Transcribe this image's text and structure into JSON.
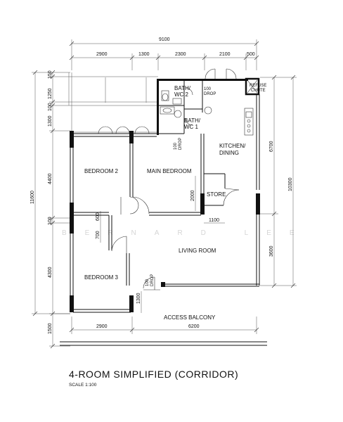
{
  "dimensions": {
    "top_total": "9100",
    "top_segments": [
      "2900",
      "1300",
      "2300",
      "2100",
      "500"
    ],
    "left_total": "11600",
    "left_segments": [
      "150",
      "1250",
      "100",
      "1300",
      "4400",
      "100",
      "4300",
      "1500"
    ],
    "right_segments": [
      "6700",
      "3600"
    ],
    "right_total": "10300",
    "bottom_segments": [
      "2900",
      "6200"
    ],
    "interior": {
      "store_width": "1100",
      "store_height": "2000",
      "wc_600": "600",
      "wc_700": "700",
      "balcony_1300": "1300"
    }
  },
  "rooms": {
    "bedroom2": "BEDROOM 2",
    "main_bedroom": "MAIN BEDROOM",
    "kitchen_line1": "KITCHEN/",
    "kitchen_line2": "DINING",
    "store": "STORE",
    "living_room": "LIVING ROOM",
    "bedroom3": "BEDROOM 3",
    "access_balcony": "ACCESS BALCONY",
    "bath_wc2_line1": "BATH/",
    "bath_wc2_line2": "WC 2",
    "bath_wc1_line1": "BATH/",
    "bath_wc1_line2": "WC 1",
    "refuse_line1": "REFUSE",
    "refuse_line2": "CHUTE"
  },
  "drops": {
    "drop_a_value": "100",
    "drop_a_label": "DROP",
    "drop_b_value": "100",
    "drop_b_label": "DROP",
    "drop_c_value": "100",
    "drop_c_label": "DROP"
  },
  "watermark": "BERNARD LEE",
  "title": "4-ROOM SIMPLIFIED (CORRIDOR)",
  "scale": "SCALE   1:100"
}
